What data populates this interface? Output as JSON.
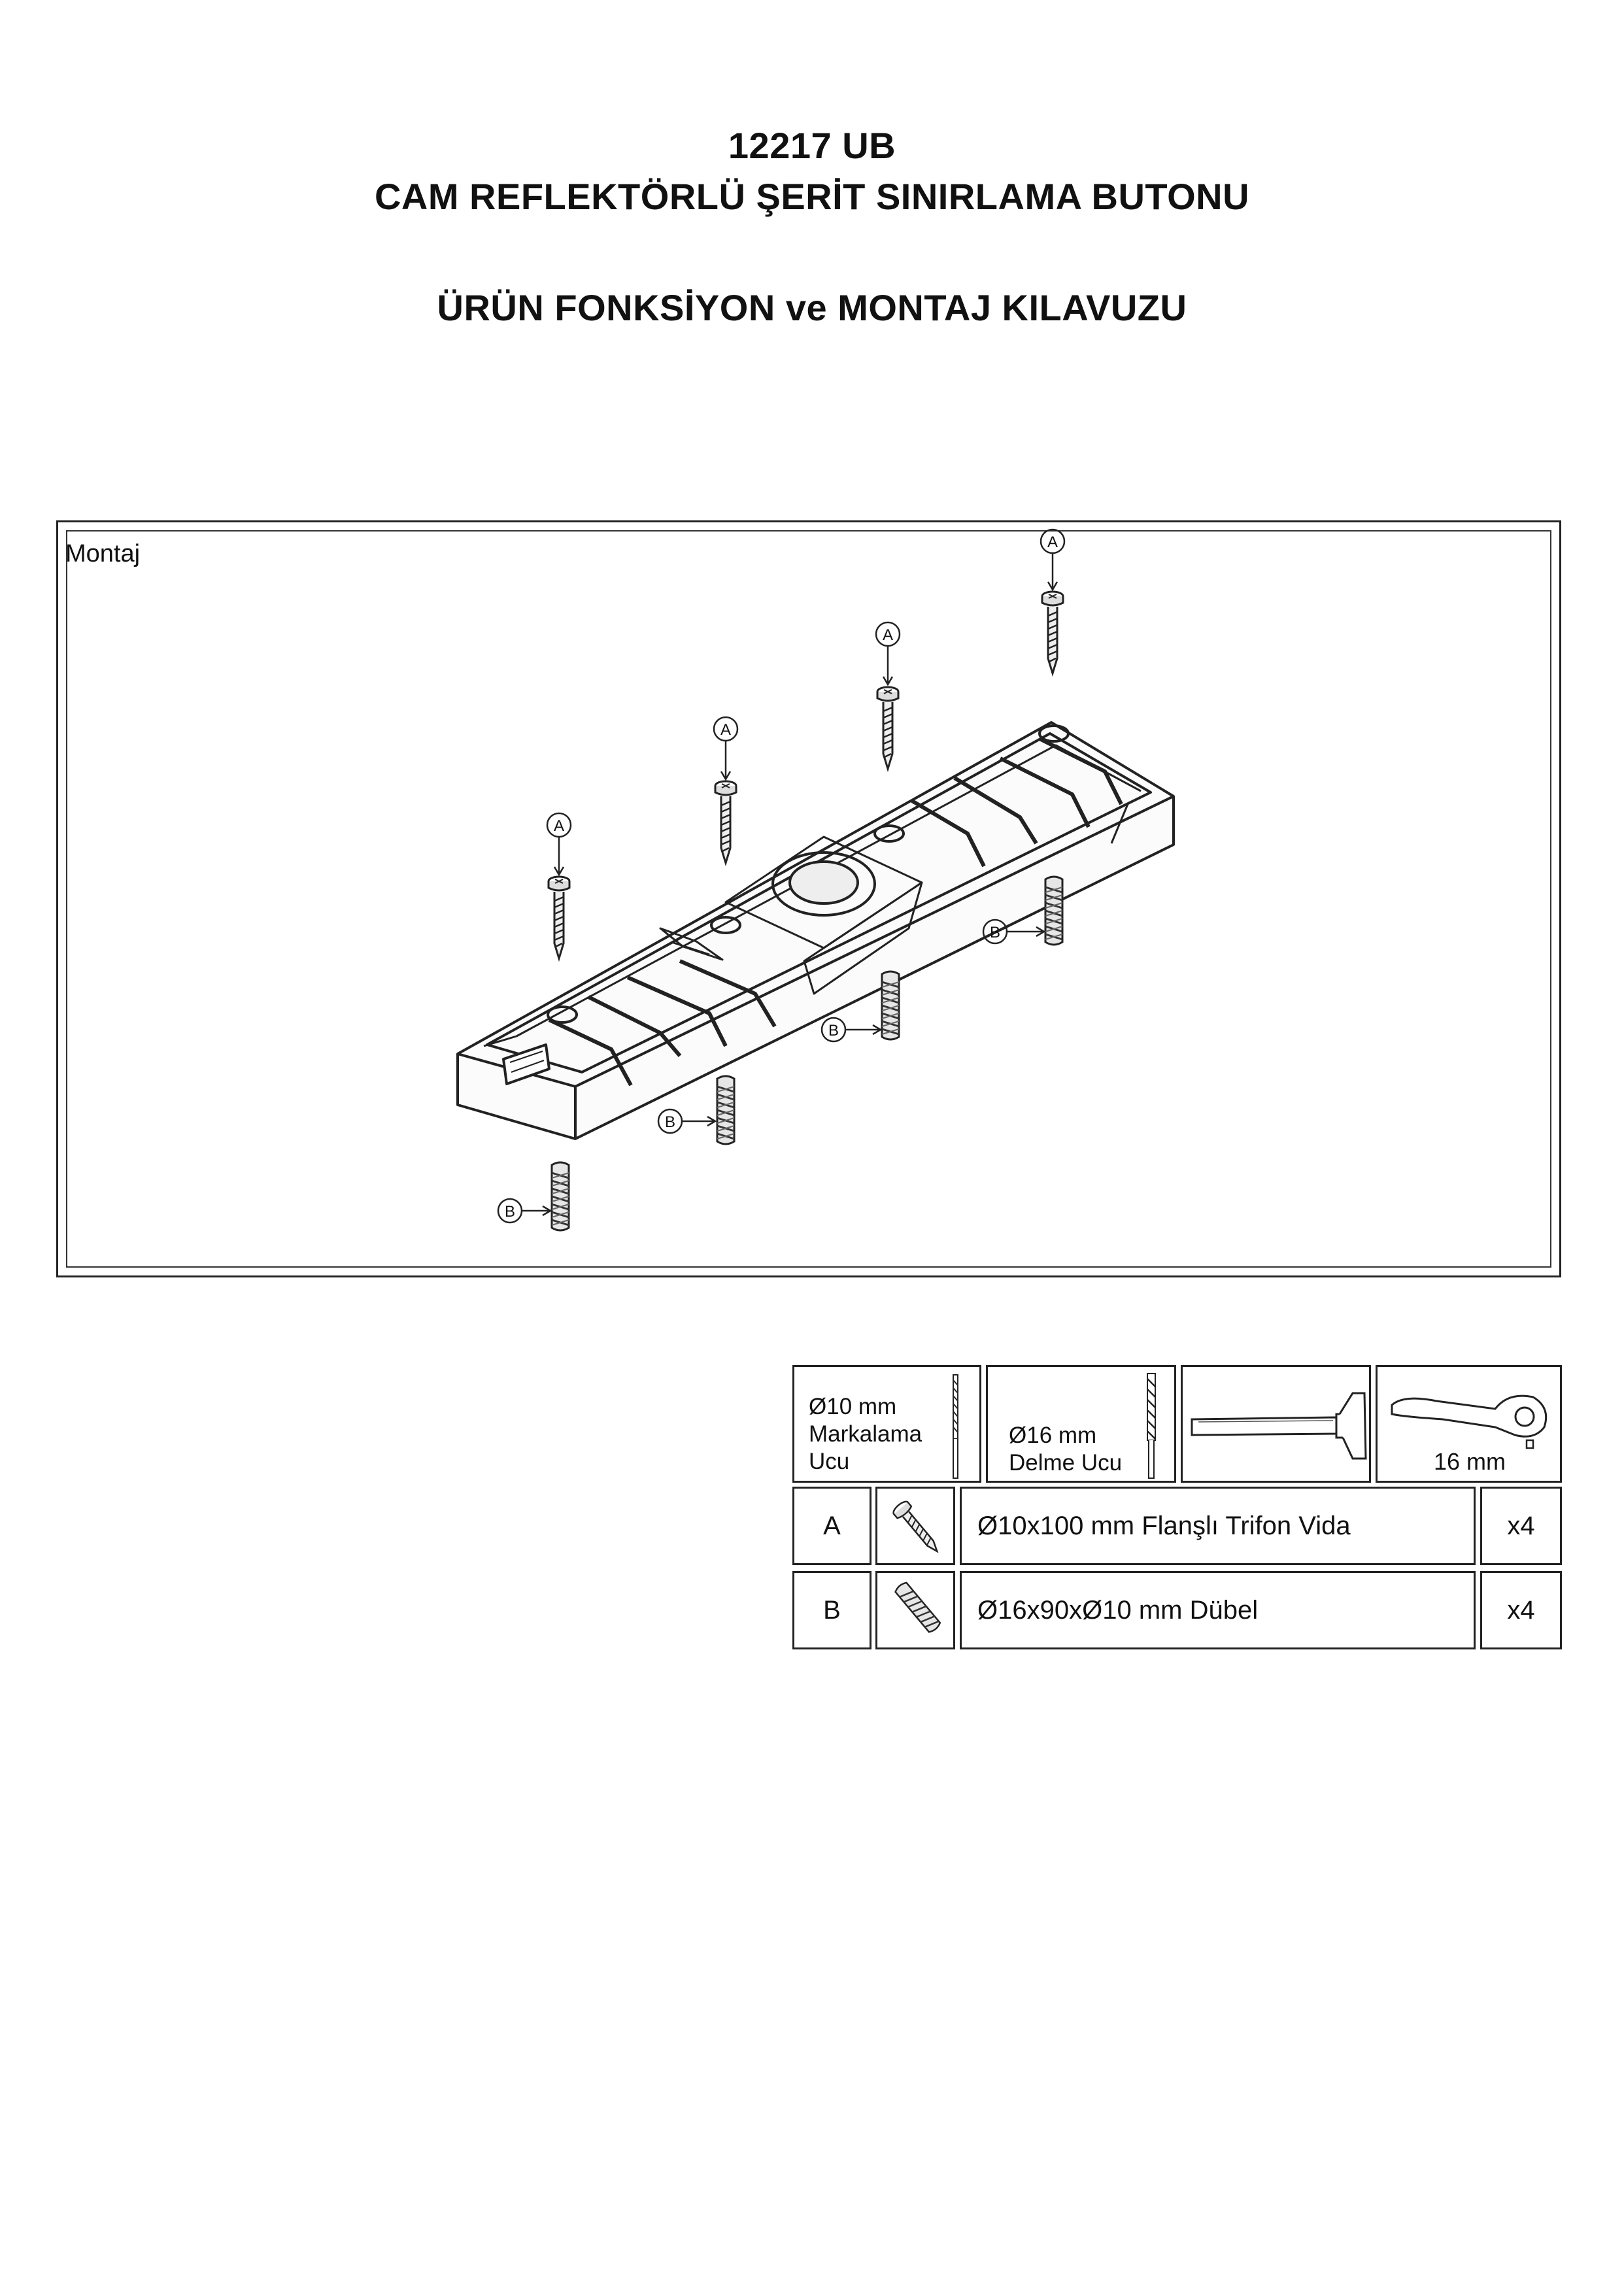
{
  "header": {
    "product_code": "12217 UB",
    "product_name": "CAM REFLEKTÖRLÜ ŞERİT SINIRLAMA BUTONU",
    "guide_title": "ÜRÜN FONKSİYON ve MONTAJ KILAVUZU"
  },
  "montaj": {
    "label": "Montaj",
    "callout_a": "A",
    "callout_b": "B",
    "icons": [
      "screw-icon",
      "wall-plug-icon",
      "road-stud-icon"
    ]
  },
  "tools": [
    {
      "line1": "Ø10 mm",
      "line2": "Markalama",
      "line3": "Ucu",
      "icon": "drill-bit-icon"
    },
    {
      "line1": "Ø16 mm",
      "line2": "Delme Ucu",
      "icon": "drill-bit-icon"
    },
    {
      "icon": "hammer-icon"
    },
    {
      "size": "16 mm",
      "icon": "ratchet-wrench-icon"
    }
  ],
  "parts": [
    {
      "code": "A",
      "description": "Ø10x100 mm Flanşlı Trifon Vida",
      "qty": "x4",
      "icon": "screw-icon"
    },
    {
      "code": "B",
      "description": "Ø16x90xØ10 mm Dübel",
      "qty": "x4",
      "icon": "wall-plug-icon"
    }
  ]
}
